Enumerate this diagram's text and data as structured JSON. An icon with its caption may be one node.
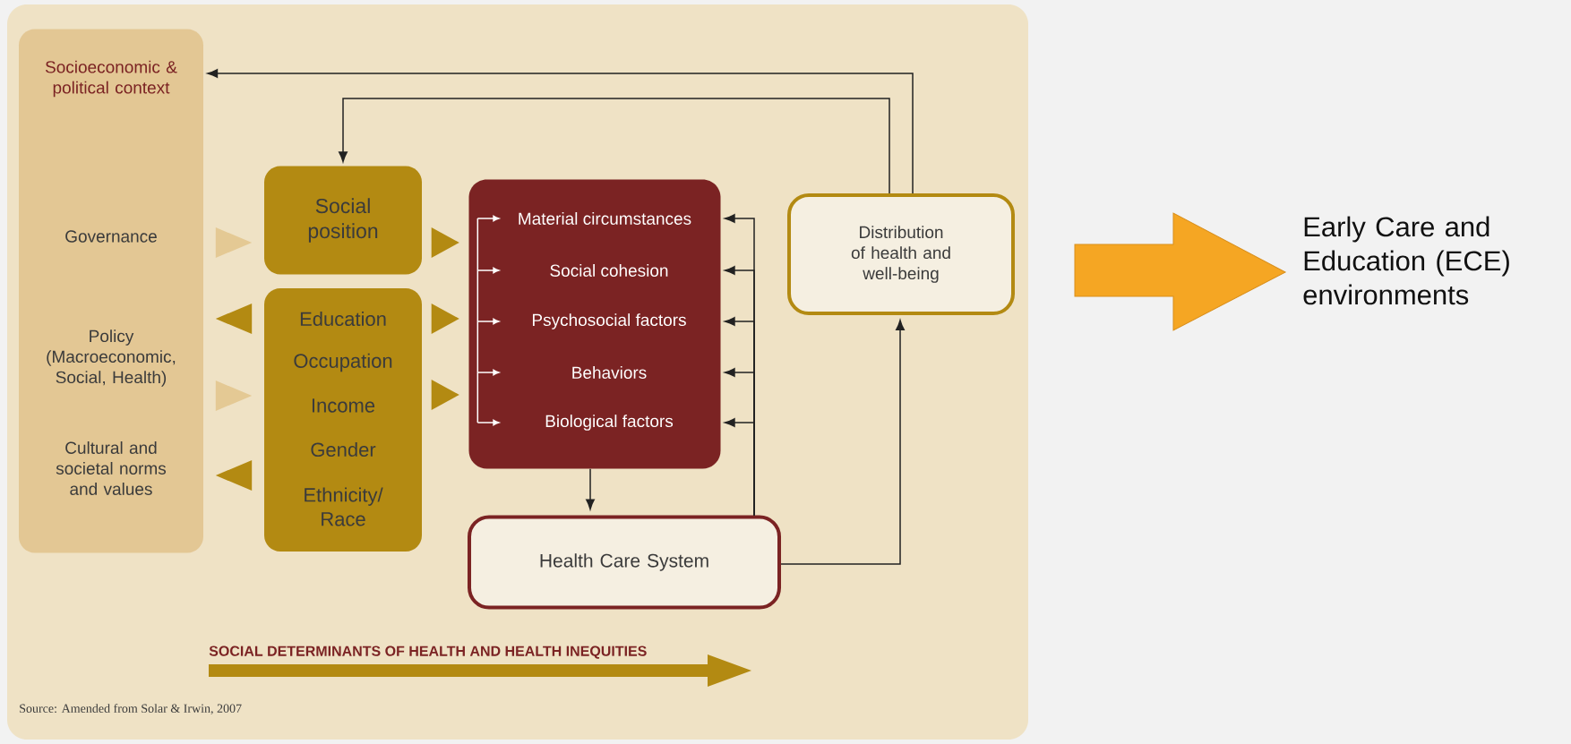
{
  "diagram": {
    "nodes": [
      {
        "text": [
          "Socioeconomic & political context",
          "Governance",
          "Policy (Macroeconomic, Social, Health)",
          "Cultural and societal norms and values"
        ]
      },
      {
        "text": [
          "Social position"
        ]
      },
      {
        "text": [
          "Education",
          "Occupation",
          "Income",
          "Gender",
          "Ethnicity/ Race"
        ]
      },
      {
        "text": [],
        "shape": "box"
      },
      {
        "text": [
          "Material circumstances"
        ],
        "in": 3
      },
      {
        "text": [
          "Social cohesion"
        ],
        "in": 3
      },
      {
        "text": [
          "Psychosocial factors"
        ],
        "in": 3
      },
      {
        "text": [
          "Behaviors"
        ],
        "in": 3
      },
      {
        "text": [
          "Biological factors"
        ],
        "in": 3
      },
      {
        "text": [
          "Health Care System"
        ]
      },
      {
        "text": [
          "Distribution of health and well-being"
        ]
      },
      {
        "text": [
          "Early Care and Education (ECE) environments"
        ]
      }
    ],
    "edges": [
      {
        "from": 10,
        "to": 0,
        "arrow": "to"
      },
      {
        "from": 10,
        "to": 1,
        "arrow": "to"
      },
      {
        "from": 3,
        "to": 9,
        "arrow": "to"
      },
      {
        "from": 9,
        "to": 10,
        "arrow": "to"
      },
      {
        "from": 9,
        "to": 3,
        "arrow": "to"
      },
      {
        "from": 9,
        "to": 3,
        "arrow": "to"
      },
      {
        "from": 9,
        "to": 3,
        "arrow": "to"
      },
      {
        "from": 9,
        "to": 3,
        "arrow": "to"
      },
      {
        "from": 9,
        "to": 3,
        "arrow": "to"
      },
      {
        "from": 0,
        "to": 1,
        "arrow": "to",
        "color": "#e4c994"
      },
      {
        "from": 0,
        "to": 2,
        "arrow": "to",
        "color": "#e4c994"
      },
      {
        "from": 1,
        "to": 3,
        "arrow": "to",
        "color": "#b38a12"
      },
      {
        "from": 2,
        "to": 3,
        "arrow": "to",
        "color": "#b38a12"
      },
      {
        "from": 2,
        "to": 3,
        "arrow": "to",
        "color": "#b38a12"
      },
      {
        "from": 2,
        "to": 0,
        "arrow": "to",
        "color": "#b38a12"
      },
      {
        "from": 2,
        "to": 0,
        "arrow": "to",
        "color": "#b38a12"
      },
      {
        "from": null,
        "to": 11,
        "arrow": "to",
        "style": "thick",
        "color": "#f5a623"
      }
    ],
    "labels": [
      "SOCIAL DETERMINANTS OF HEALTH AND HEALTH INEQUITIES",
      "Source: Amended from Solar & Irwin, 2007"
    ]
  }
}
